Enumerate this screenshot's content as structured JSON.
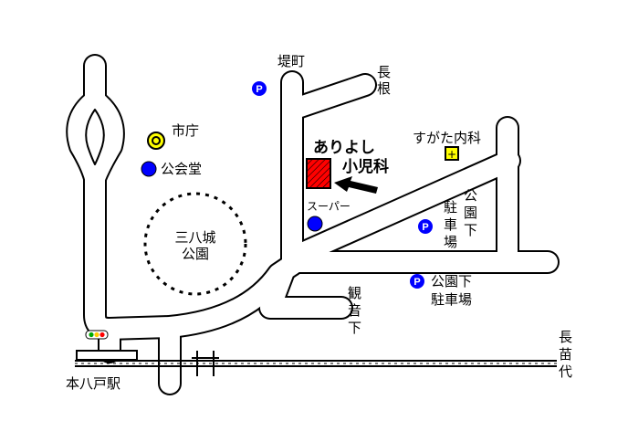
{
  "labels": {
    "tsutsumi_machi": "堤町",
    "naga_ne_1": "長",
    "naga_ne_2": "根",
    "city_hall": "市庁",
    "public_hall": "公会堂",
    "sugata_clinic": "すがた内科",
    "clinic_name_line1": "ありよし",
    "clinic_name_line2": "小児科",
    "supermarket": "スーパー",
    "park_name_line1": "三八城",
    "park_name_line2": "公園",
    "parking_right_v_1": "駐",
    "parking_right_v_2": "車",
    "parking_right_v_3": "場",
    "parking_right_v_4": "公",
    "parking_right_v_5": "園",
    "parking_right_v_6": "下",
    "parking_lower_line1": "公園下",
    "parking_lower_line2": "駐車場",
    "kannon_1": "観",
    "kannon_2": "音",
    "kannon_3": "下",
    "station": "本八戸駅",
    "naganawashiro_1": "長",
    "naganawashiro_2": "苗",
    "naganawashiro_3": "代",
    "parking_symbol": "P"
  },
  "colors": {
    "road_outline": "#000000",
    "parking_blue": "#0000ff",
    "clinic_red": "#ff0000",
    "city_hall_yellow": "#ffff00",
    "clinic_yellow": "#ffff00"
  },
  "icons": [
    "parking-icon",
    "city-hall-icon",
    "public-hall-icon",
    "clinic-marker-icon",
    "arrow-icon",
    "supermarket-icon",
    "traffic-signal-icon",
    "sugata-clinic-icon"
  ]
}
